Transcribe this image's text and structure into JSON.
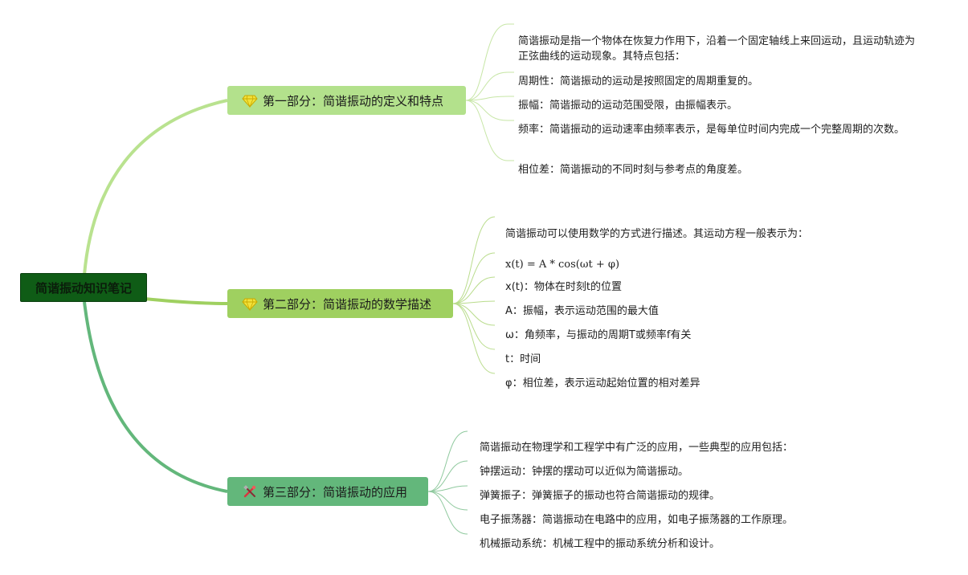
{
  "root": {
    "label": "简谐振动知识笔记"
  },
  "branches": [
    {
      "label": "第一部分：简谐振动的定义和特点",
      "icon": "diamond-icon",
      "color": "#b3e18c",
      "items": [
        "简谐振动是指一个物体在恢复力作用下，沿着一个固定轴线上来回运动，且运动轨迹为正弦曲线的运动现象。其特点包括：",
        "周期性：简谐振动的运动是按照固定的周期重复的。",
        "振幅：简谐振动的运动范围受限，由振幅表示。",
        "频率：简谐振动的运动速率由频率表示，是每单位时间内完成一个完整周期的次数。",
        "相位差：简谐振动的不同时刻与参考点的角度差。"
      ]
    },
    {
      "label": "第二部分：简谐振动的数学描述",
      "icon": "diamond-icon",
      "color": "#9fd060",
      "items": [
        "简谐振动可以使用数学的方式进行描述。其运动方程一般表示为：",
        "x(t) = A * cos(ωt + φ)",
        "x(t)：物体在时刻t的位置",
        "A：振幅，表示运动范围的最大值",
        "ω：角频率，与振动的周期T或频率f有关",
        "t：时间",
        "φ：相位差，表示运动起始位置的相对差异"
      ]
    },
    {
      "label": "第三部分：简谐振动的应用",
      "icon": "tools-icon",
      "color": "#63b77b",
      "items": [
        "简谐振动在物理学和工程学中有广泛的应用，一些典型的应用包括：",
        "钟摆运动：钟摆的摆动可以近似为简谐振动。",
        "弹簧振子：弹簧振子的振动也符合简谐振动的规律。",
        "电子振荡器：简谐振动在电路中的应用，如电子振荡器的工作原理。",
        "机械振动系统：机械工程中的振动系统分析和设计。"
      ]
    }
  ]
}
